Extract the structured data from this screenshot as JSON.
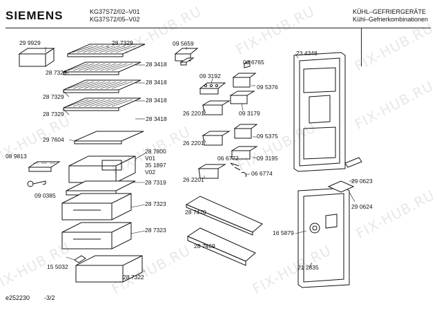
{
  "header": {
    "brand": "SIEMENS",
    "model_line_1": "KG37S72/02–V01",
    "model_line_2": "KG37S72/05–V02",
    "category_line_1": "KÜHL–GEFRIERGERÄTE",
    "category_line_2": "Kühl–Gefrierkombinationen"
  },
  "parts": {
    "p299929": "29 9929",
    "p287329_top": "28 7329",
    "p287329_a": "28 7329",
    "p287329_b": "28 7329",
    "p287329_c": "28 7329",
    "p283418_a": "28 3418",
    "p283418_b": "28 3418",
    "p283418_c": "28 3418",
    "p283418_d": "28 3418",
    "p297604": "29 7604",
    "p287800": "28 7800",
    "v01": "V01",
    "p351897": "35 1897",
    "v02": "V02",
    "p089813": "08 9813",
    "p090385": "09 0385",
    "p287319": "28 7319",
    "p287323_a": "28 7323",
    "p287323_b": "28 7323",
    "p155032": "15 5032",
    "p287322": "28 7322",
    "p095659": "09 5659",
    "p093192": "09 3192",
    "p066765": "06 6765",
    "p095376": "09 5376",
    "p262201_a": "26 2201",
    "p093179": "09 3179",
    "p262201_b": "26 2201",
    "p095375": "09 5375",
    "p066772": "06 6772",
    "p093195": "09 3195",
    "p066774": "06 6774",
    "p262201_c": "26 2201",
    "p287470": "28 7470",
    "p287469": "28 7469",
    "p234348": "23 4348",
    "p290623": "29 0623",
    "p290624": "29 0624",
    "p165879": "16 5879",
    "p212835": "21 2835"
  },
  "footer": {
    "drawing_id": "e252230",
    "page": "-3/2"
  },
  "watermark": "FIX-HUB.RU"
}
